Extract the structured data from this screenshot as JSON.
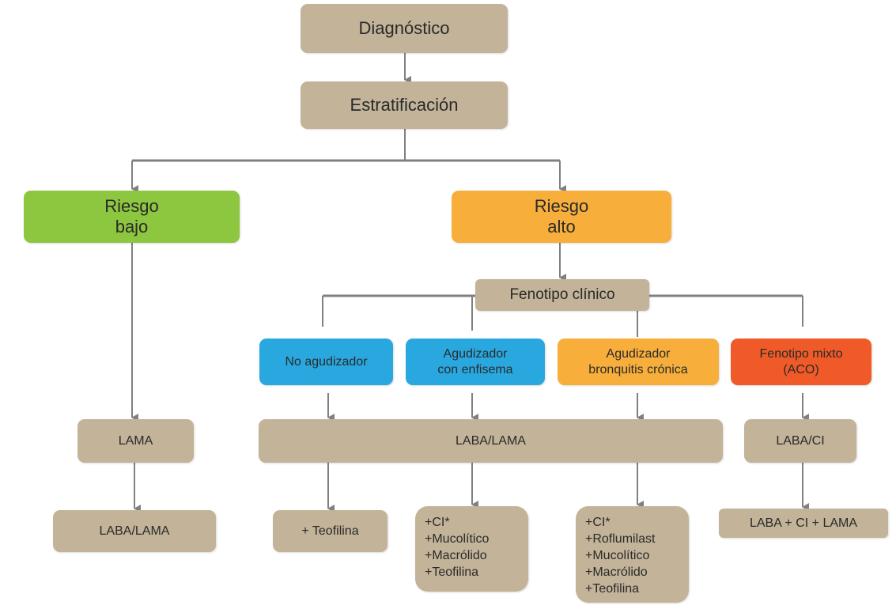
{
  "colors": {
    "beige": "#c2b399",
    "green": "#8dc63f",
    "orange": "#f7ae3b",
    "blue": "#29a8e0",
    "red": "#f05a28",
    "line": "#808080"
  },
  "nodes": {
    "diagnostico": "Diagnóstico",
    "estratificacion": "Estratificación",
    "riesgo_bajo": [
      "Riesgo",
      "bajo"
    ],
    "riesgo_alto": [
      "Riesgo",
      "alto"
    ],
    "fenotipo_clinico": "Fenotipo clínico",
    "no_agudizador": "No agudizador",
    "agudizador_enfisema": [
      "Agudizador",
      "con enfisema"
    ],
    "agudizador_bronquitis": [
      "Agudizador",
      "bronquitis crónica"
    ],
    "fenotipo_mixto": [
      "Fenotipo mixto",
      "(ACO)"
    ],
    "lama": "LAMA",
    "laba_lama_main": "LABA/LAMA",
    "laba_ci": "LABA/CI",
    "laba_lama_low": "LABA/LAMA",
    "teofilina": "+ Teofilina",
    "list_enfisema": [
      "+CI*",
      "+Mucolítico",
      "+Macrólido",
      "+Teofilina"
    ],
    "list_bronquitis": [
      "+CI*",
      "+Roflumilast",
      "+Mucolítico",
      "+Macrólido",
      "+Teofilina"
    ],
    "laba_ci_lama": "LABA + CI + LAMA"
  }
}
